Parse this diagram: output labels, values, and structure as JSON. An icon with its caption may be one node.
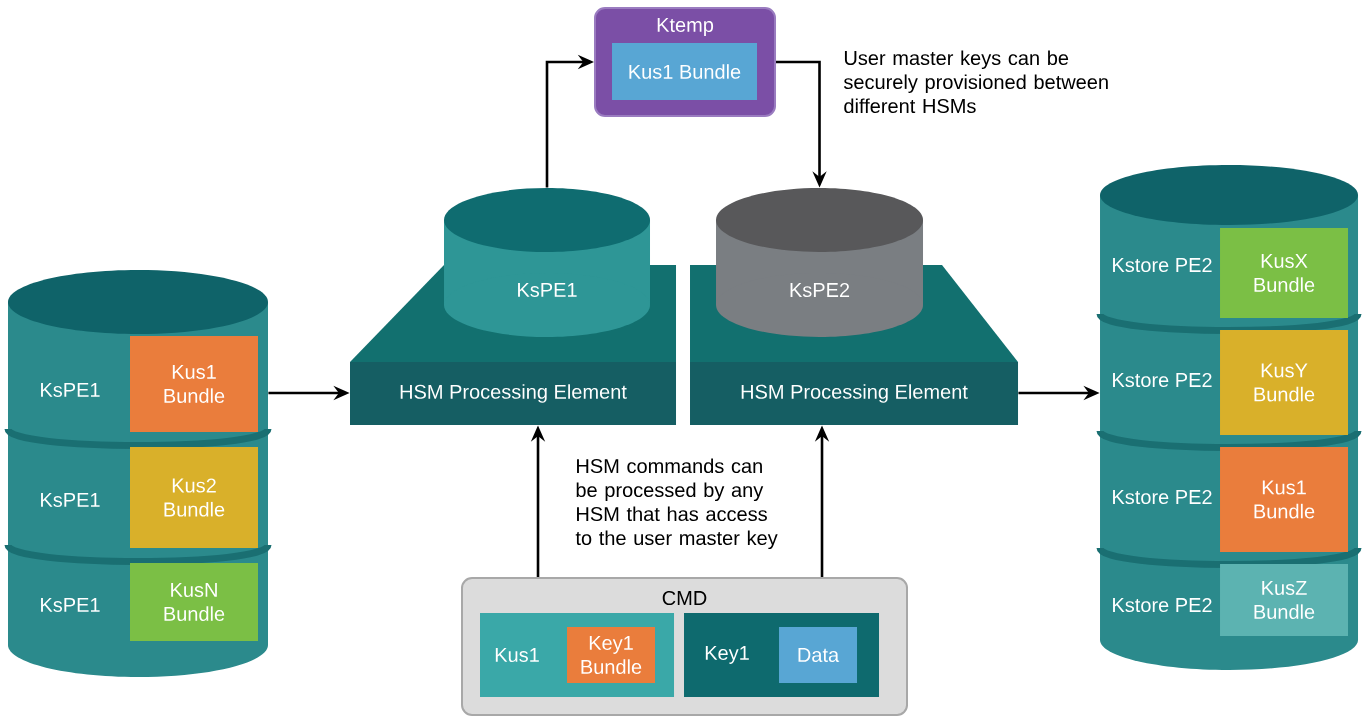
{
  "diagram": {
    "nodes": [
      {
        "text": [
          "KsPE1",
          "KsPE1",
          "KsPE1"
        ]
      },
      {
        "text": [
          "Kus1 Bundle"
        ],
        "in": 0
      },
      {
        "text": [
          "Kus2 Bundle"
        ],
        "in": 0
      },
      {
        "text": [
          "KusN Bundle"
        ],
        "in": 0
      },
      {
        "text": [
          "Ktemp"
        ]
      },
      {
        "text": [
          "Kus1 Bundle"
        ],
        "in": 4
      },
      {
        "text": [
          "HSM Processing Element"
        ]
      },
      {
        "text": [
          "KsPE1"
        ]
      },
      {
        "text": [
          "HSM Processing Element"
        ]
      },
      {
        "text": [
          "KsPE2"
        ]
      },
      {
        "text": [
          "Kstore PE2",
          "Kstore PE2",
          "Kstore PE2",
          "Kstore PE2"
        ]
      },
      {
        "text": [
          "KusX Bundle"
        ],
        "in": 10
      },
      {
        "text": [
          "KusY Bundle"
        ],
        "in": 10
      },
      {
        "text": [
          "Kus1 Bundle"
        ],
        "in": 10
      },
      {
        "text": [
          "KusZ Bundle"
        ],
        "in": 10
      },
      {
        "text": [
          "CMD"
        ]
      },
      {
        "text": [
          "Kus1"
        ],
        "in": 15
      },
      {
        "text": [
          "Key1 Bundle"
        ],
        "in": 16
      },
      {
        "text": [
          "Key1"
        ],
        "in": 15
      },
      {
        "text": [
          "Data"
        ],
        "in": 18
      }
    ],
    "edges": [
      {
        "from": 0,
        "to": 6,
        "arrow": "to"
      },
      {
        "from": 7,
        "to": 4,
        "arrow": "to"
      },
      {
        "from": 4,
        "to": 9,
        "arrow": "to"
      },
      {
        "from": 8,
        "to": 10,
        "arrow": "to"
      },
      {
        "from": 15,
        "to": 6,
        "arrow": "to"
      },
      {
        "from": 15,
        "to": 8,
        "arrow": "to"
      }
    ],
    "labels": [
      "User master keys can be securely provisioned between different HSMs",
      "HSM commands can be processed by any HSM that has access to the user master key"
    ]
  }
}
